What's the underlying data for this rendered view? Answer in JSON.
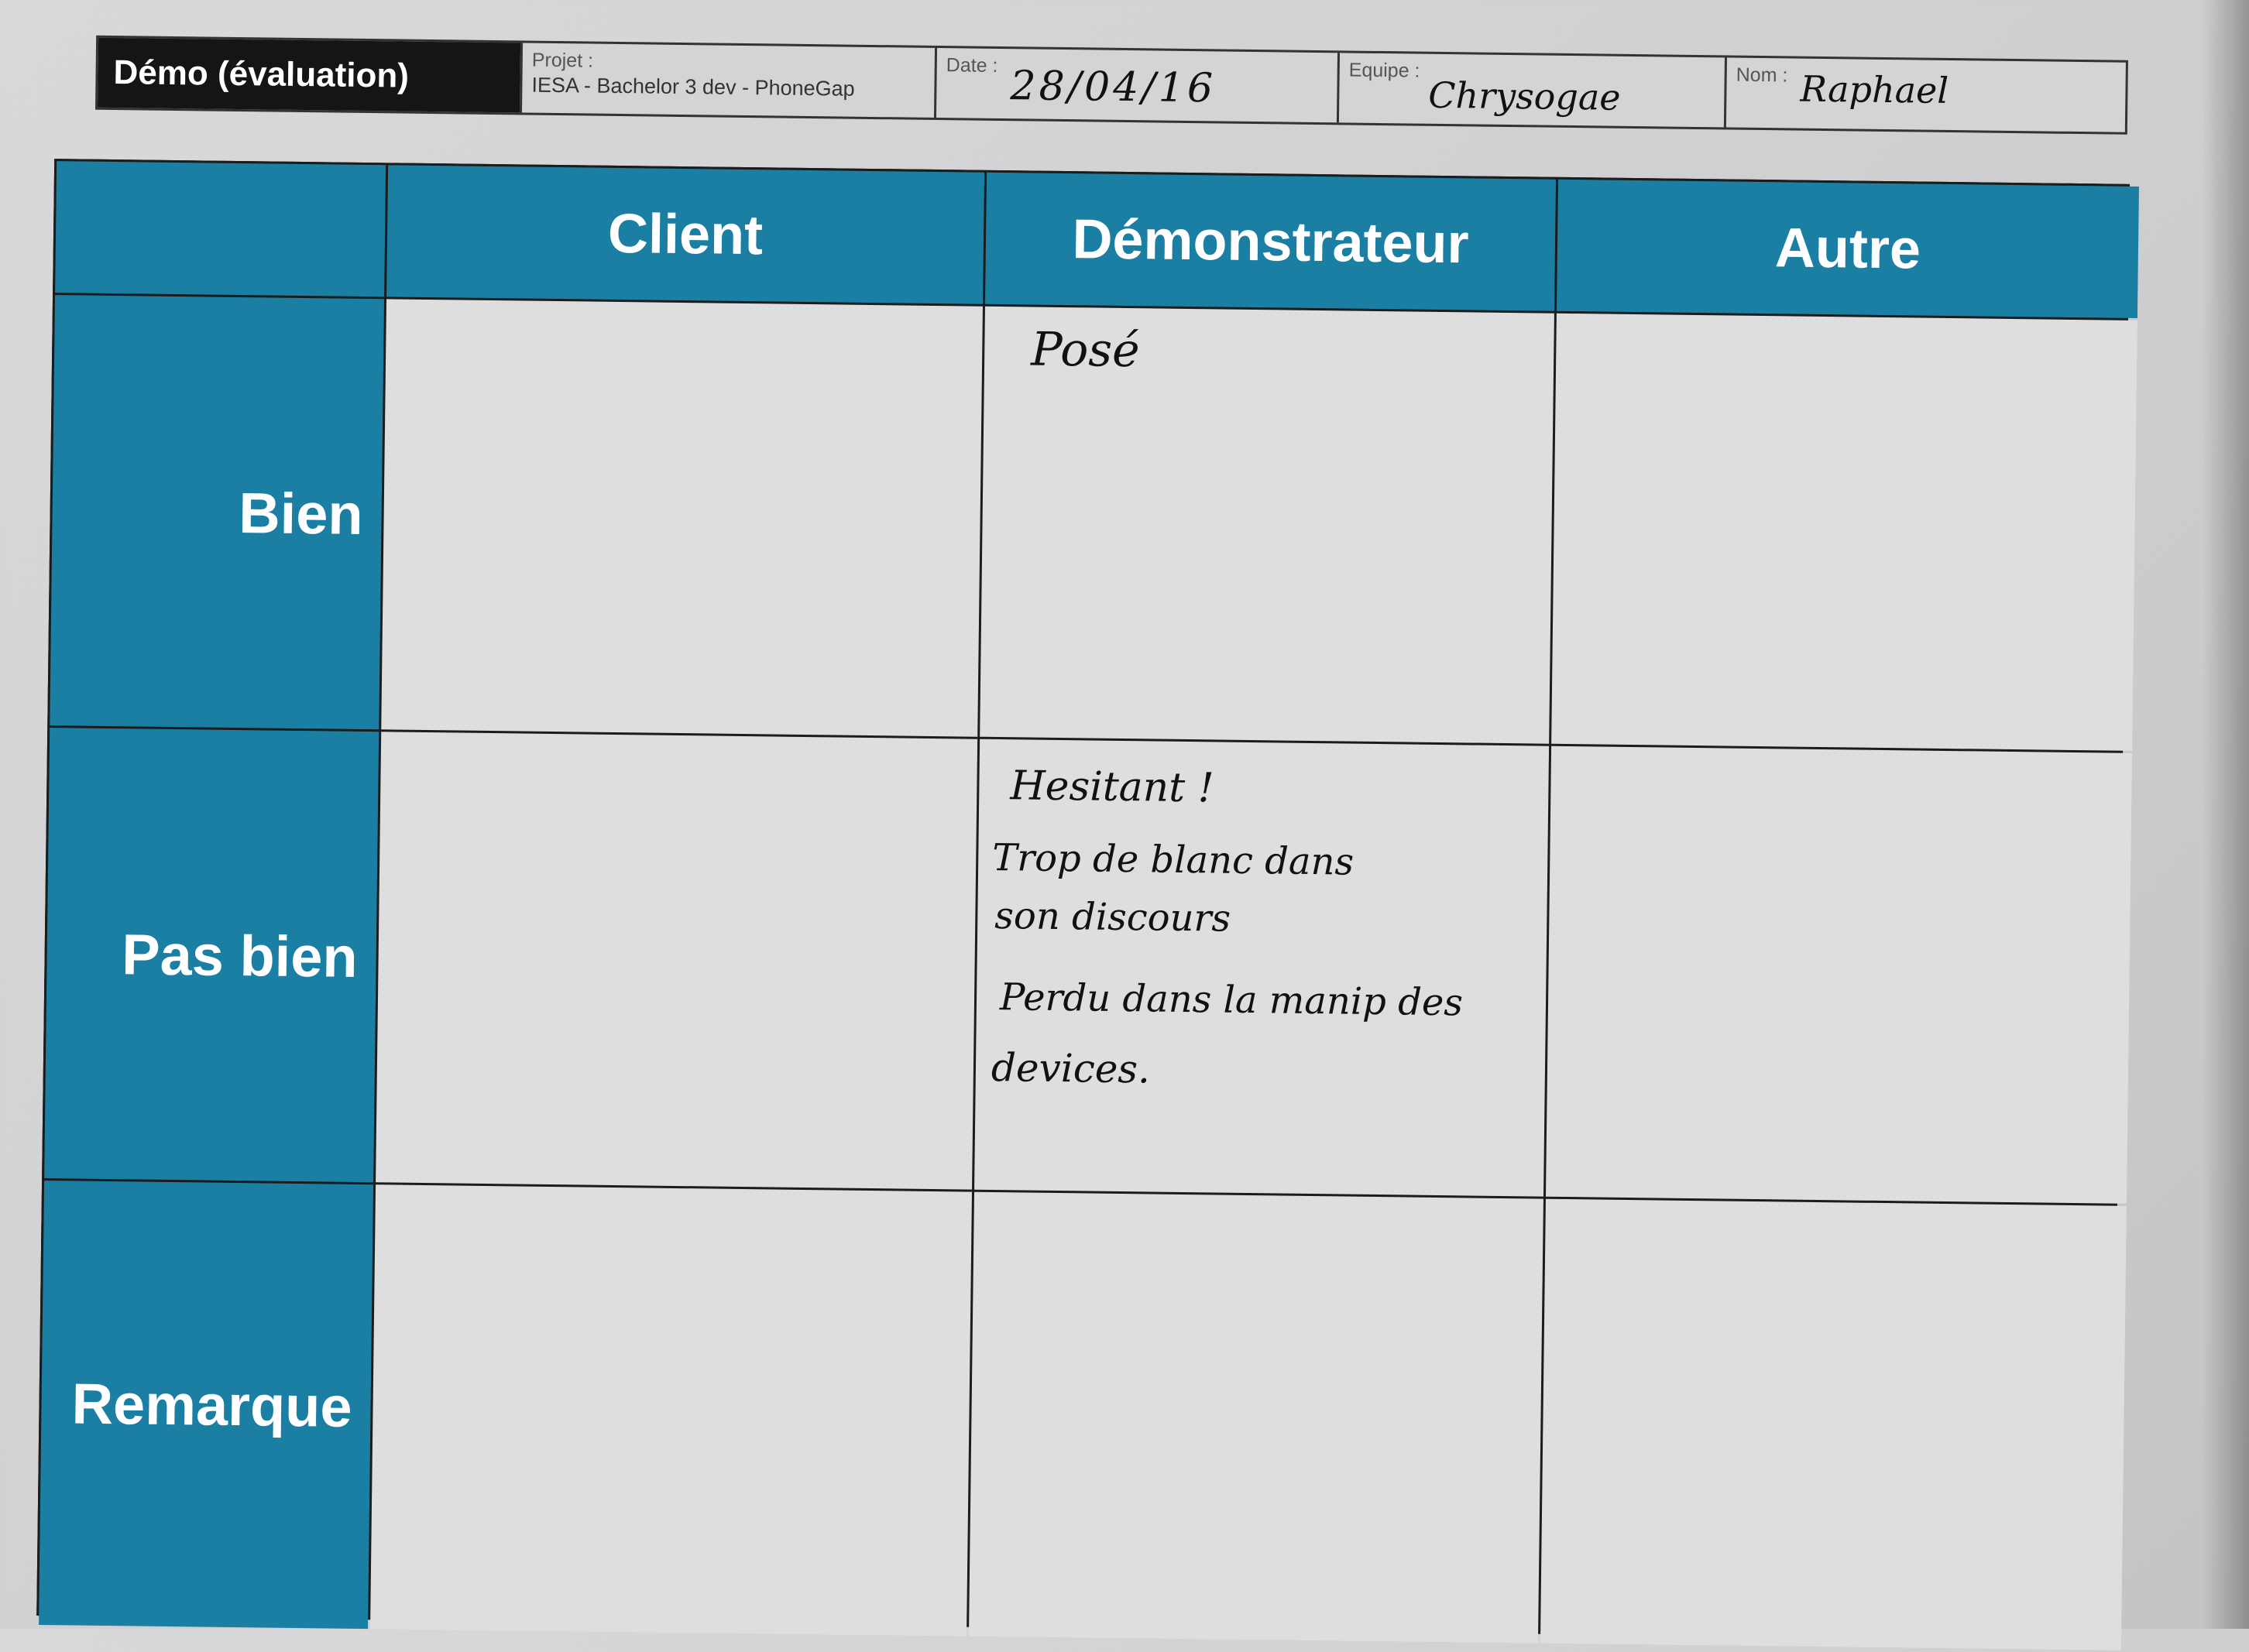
{
  "header": {
    "title": "Démo (évaluation)",
    "projet_label": "Projet :",
    "projet_value": "IESA - Bachelor 3 dev - PhoneGap",
    "date_label": "Date :",
    "date_value": "28/04/16",
    "equipe_label": "Equipe :",
    "equipe_value": "Chrysogae",
    "nom_label": "Nom :",
    "nom_value": "Raphael"
  },
  "grid": {
    "columns": [
      "Client",
      "Démonstrateur",
      "Autre"
    ],
    "rows": [
      "Bien",
      "Pas bien",
      "Remarque"
    ]
  },
  "notes": {
    "bien_demonstrateur": "Posé",
    "pasbien_demonstrateur": [
      "Hesitant !",
      "Trop de blanc dans",
      "son discours",
      "Perdu dans la manip des",
      "devices."
    ]
  },
  "colors": {
    "header_blue": "#1b7fa4",
    "title_black": "#151515",
    "paper": "#dededf"
  }
}
